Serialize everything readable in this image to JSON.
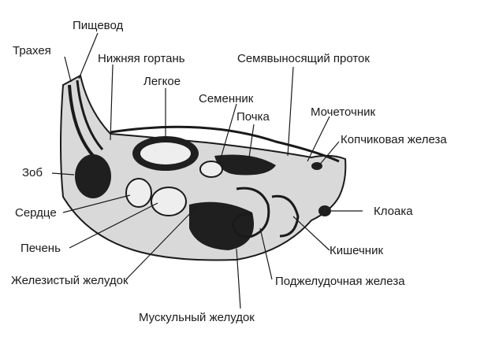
{
  "labels": {
    "esophagus": "Пищевод",
    "trachea": "Трахея",
    "lower_larynx": "Нижняя гортань",
    "lung": "Легкое",
    "testis": "Семенник",
    "vas_deferens": "Семявыносящий проток",
    "kidney": "Почка",
    "ureter": "Мочеточник",
    "uropygial_gland": "Копчиковая железа",
    "crop": "Зоб",
    "heart": "Сердце",
    "cloaca": "Клоака",
    "liver": "Печень",
    "intestine": "Кишечник",
    "proventriculus": "Железистый желудок",
    "pancreas": "Поджелудочная железа",
    "gizzard": "Мускульный желудок"
  },
  "colors": {
    "ink": "#1a1a1a",
    "body_fill": "#d9d9d9",
    "organ_fill": "#eeeeee",
    "dark_fill": "#1f1f1f"
  }
}
